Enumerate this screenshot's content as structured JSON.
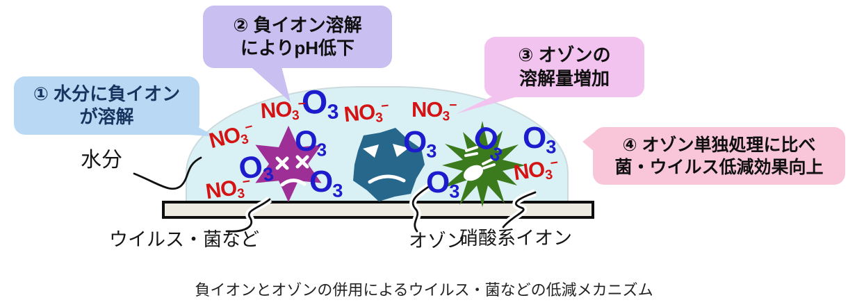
{
  "callouts": {
    "c1": {
      "line1": "① 水分に負イオン",
      "line2": "が溶解"
    },
    "c2": {
      "line1": "② 負イオン溶解",
      "line2": "によりpH低下"
    },
    "c3": {
      "line1": "③ オゾンの",
      "line2": "溶解量増加"
    },
    "c4": {
      "line1": "④ オゾン単独処理に比べ",
      "line2": "菌・ウイルス低減効果向上"
    }
  },
  "molecules": {
    "o3_main": "O",
    "o3_sub": "3",
    "no3_main": "NO",
    "no3_sub": "3",
    "no3_charge": "−"
  },
  "labels": {
    "water": "水分",
    "virus": "ウイルス・菌など",
    "ozone": "オゾン",
    "nitrate": "硝酸系イオン"
  },
  "caption": "負イオンとオゾンの併用によるウイルス・菌などの低減メカニズム",
  "palette": {
    "callout1_bg": "#b9d8f4",
    "callout2_bg": "#c9bff1",
    "callout3_bg": "#f3c3ef",
    "callout4_bg": "#f9c6d9",
    "water_fill": "#d9f1f4",
    "surface_fill": "#edeae1",
    "o3_text": "#1c1ccd",
    "no3_text": "#d41414",
    "virus_star": "#9e2f96",
    "virus_blob": "#28678c",
    "virus_burst": "#3c7a1e"
  }
}
